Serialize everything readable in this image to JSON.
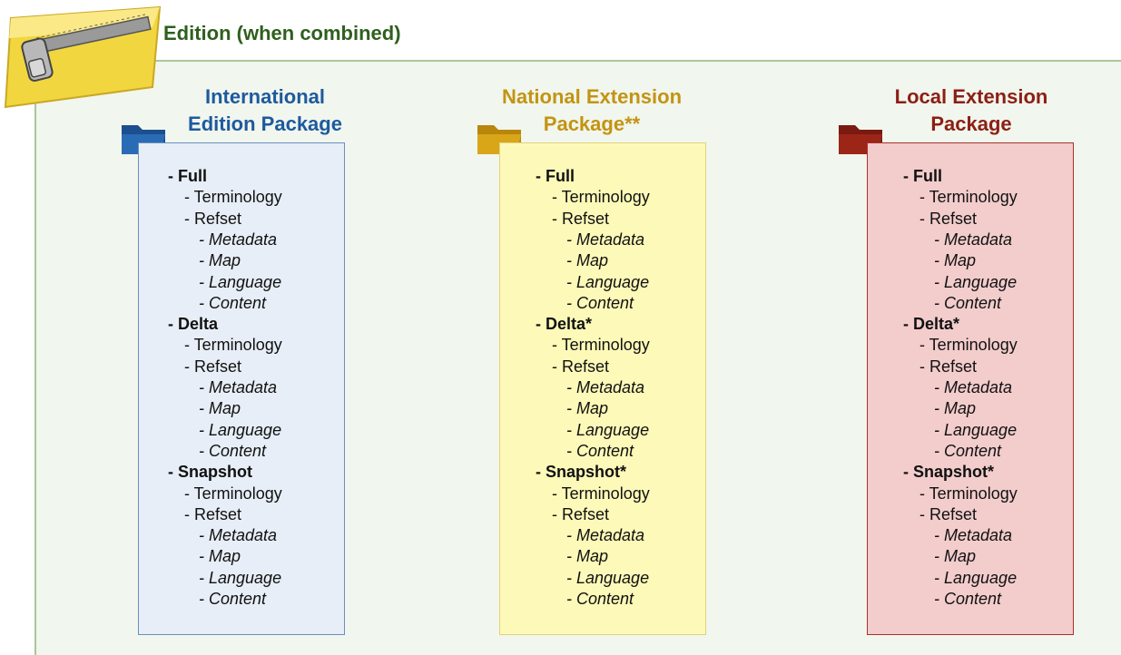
{
  "header": {
    "title": "Edition (when combined)"
  },
  "colors": {
    "international": "#1d5a9e",
    "national": "#c39412",
    "local": "#8c1f14",
    "panel_bg": "#f1f6ee",
    "title": "#2f5f1e"
  },
  "packages": [
    {
      "title_line1": "International",
      "title_line2": "Edition Package",
      "icon": "folder-icon",
      "tree": [
        {
          "text": "- Full",
          "level": 0
        },
        {
          "text": "- Terminology",
          "level": 1
        },
        {
          "text": "- Refset",
          "level": 1
        },
        {
          "text": "- Metadata",
          "level": 2
        },
        {
          "text": "- Map",
          "level": 2
        },
        {
          "text": "- Language",
          "level": 2
        },
        {
          "text": "- Content",
          "level": 2
        },
        {
          "text": "- Delta",
          "level": 0
        },
        {
          "text": "- Terminology",
          "level": 1
        },
        {
          "text": "- Refset",
          "level": 1
        },
        {
          "text": "- Metadata",
          "level": 2
        },
        {
          "text": "- Map",
          "level": 2
        },
        {
          "text": "- Language",
          "level": 2
        },
        {
          "text": "- Content",
          "level": 2
        },
        {
          "text": "- Snapshot",
          "level": 0
        },
        {
          "text": "- Terminology",
          "level": 1
        },
        {
          "text": "- Refset",
          "level": 1
        },
        {
          "text": "- Metadata",
          "level": 2
        },
        {
          "text": "- Map",
          "level": 2
        },
        {
          "text": "- Language",
          "level": 2
        },
        {
          "text": "- Content",
          "level": 2
        }
      ]
    },
    {
      "title_line1": "National Extension",
      "title_line2": "Package**",
      "icon": "folder-icon",
      "tree": [
        {
          "text": "- Full",
          "level": 0
        },
        {
          "text": "- Terminology",
          "level": 1
        },
        {
          "text": "- Refset",
          "level": 1
        },
        {
          "text": "- Metadata",
          "level": 2
        },
        {
          "text": "- Map",
          "level": 2
        },
        {
          "text": "- Language",
          "level": 2
        },
        {
          "text": "- Content",
          "level": 2
        },
        {
          "text": "- Delta*",
          "level": 0
        },
        {
          "text": "- Terminology",
          "level": 1
        },
        {
          "text": "- Refset",
          "level": 1
        },
        {
          "text": "- Metadata",
          "level": 2
        },
        {
          "text": "- Map",
          "level": 2
        },
        {
          "text": "- Language",
          "level": 2
        },
        {
          "text": "- Content",
          "level": 2
        },
        {
          "text": "- Snapshot*",
          "level": 0
        },
        {
          "text": "- Terminology",
          "level": 1
        },
        {
          "text": "- Refset",
          "level": 1
        },
        {
          "text": "- Metadata",
          "level": 2
        },
        {
          "text": "- Map",
          "level": 2
        },
        {
          "text": "- Language",
          "level": 2
        },
        {
          "text": "- Content",
          "level": 2
        }
      ]
    },
    {
      "title_line1": "Local Extension",
      "title_line2": "Package",
      "icon": "folder-icon",
      "tree": [
        {
          "text": "- Full",
          "level": 0
        },
        {
          "text": "- Terminology",
          "level": 1
        },
        {
          "text": "- Refset",
          "level": 1
        },
        {
          "text": "- Metadata",
          "level": 2
        },
        {
          "text": "- Map",
          "level": 2
        },
        {
          "text": "- Language",
          "level": 2
        },
        {
          "text": "- Content",
          "level": 2
        },
        {
          "text": "- Delta*",
          "level": 0
        },
        {
          "text": "- Terminology",
          "level": 1
        },
        {
          "text": "- Refset",
          "level": 1
        },
        {
          "text": "- Metadata",
          "level": 2
        },
        {
          "text": "- Map",
          "level": 2
        },
        {
          "text": "- Language",
          "level": 2
        },
        {
          "text": "- Content",
          "level": 2
        },
        {
          "text": "- Snapshot*",
          "level": 0
        },
        {
          "text": "- Terminology",
          "level": 1
        },
        {
          "text": "- Refset",
          "level": 1
        },
        {
          "text": "- Metadata",
          "level": 2
        },
        {
          "text": "- Map",
          "level": 2
        },
        {
          "text": "- Language",
          "level": 2
        },
        {
          "text": "- Content",
          "level": 2
        }
      ]
    }
  ]
}
